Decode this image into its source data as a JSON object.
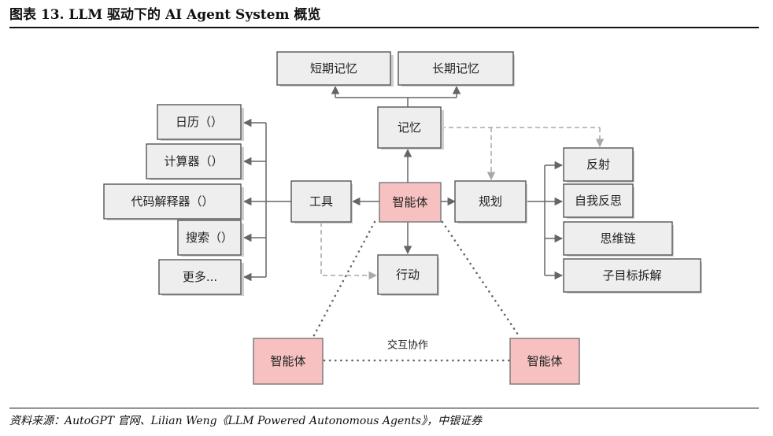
{
  "figure": {
    "title": "图表 13. LLM 驱动下的 AI Agent System 概览",
    "source": "资料来源：AutoGPT 官网、Lilian Weng《LLM Powered Autonomous Agents》，中银证券"
  },
  "nodes": {
    "short_term_memory": "短期记忆",
    "long_term_memory": "长期记忆",
    "memory": "记忆",
    "calendar": "日历（）",
    "calculator": "计算器（）",
    "code_interpreter": "代码解释器（）",
    "search": "搜索（）",
    "more": "更多...",
    "tools": "工具",
    "agent_main": "智能体",
    "planning": "规划",
    "action": "行动",
    "reflection": "反射",
    "self_critics": "自我反思",
    "chain_of_thought": "思维链",
    "subgoal_decomposition": "子目标拆解",
    "agent_left": "智能体",
    "agent_right": "智能体"
  },
  "edges": {
    "interaction_label": "交互协作"
  },
  "colors": {
    "agent_fill": "#f7c1c1",
    "box_fill": "#eeeeee",
    "line": "#666666",
    "dashed": "#a8a8a8"
  }
}
